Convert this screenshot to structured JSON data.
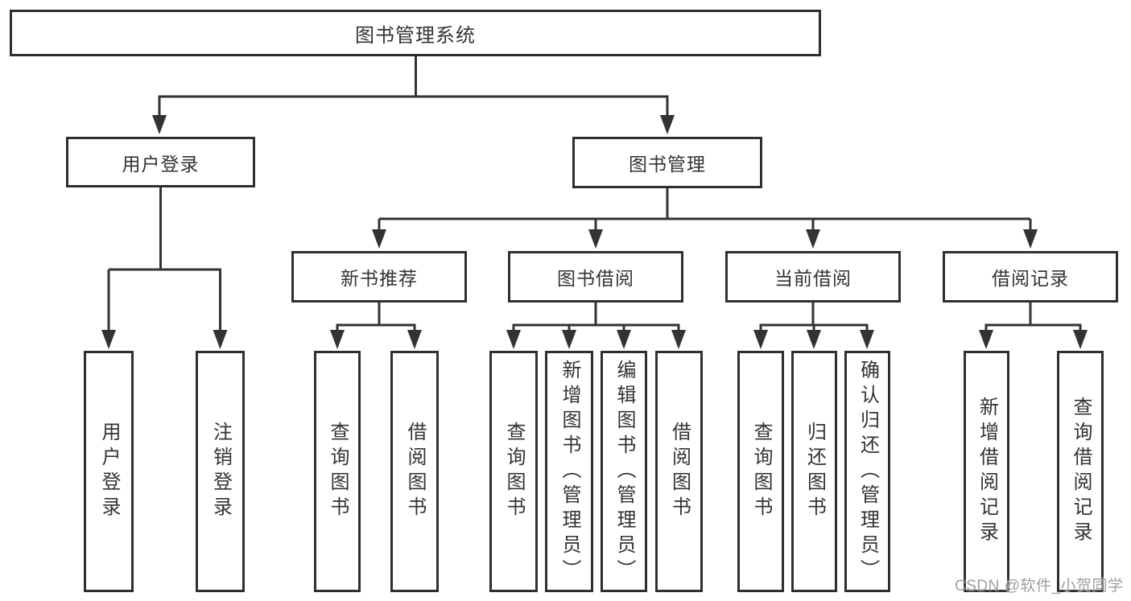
{
  "diagram": {
    "type": "tree",
    "title": "图书管理系统",
    "root": {
      "label": "图书管理系统"
    },
    "level2": [
      {
        "label": "用户登录",
        "parent": "图书管理系统"
      },
      {
        "label": "图书管理",
        "parent": "图书管理系统"
      }
    ],
    "level3": [
      {
        "label": "新书推荐",
        "parent": "图书管理"
      },
      {
        "label": "图书借阅",
        "parent": "图书管理"
      },
      {
        "label": "当前借阅",
        "parent": "图书管理"
      },
      {
        "label": "借阅记录",
        "parent": "图书管理"
      }
    ],
    "leaves": [
      {
        "label": "用户登录",
        "parent": "用户登录"
      },
      {
        "label": "注销登录",
        "parent": "用户登录"
      },
      {
        "label": "查询图书",
        "parent": "新书推荐"
      },
      {
        "label": "借阅图书",
        "parent": "新书推荐"
      },
      {
        "label": "查询图书",
        "parent": "图书借阅"
      },
      {
        "label": "新增图书（管理员）",
        "parent": "图书借阅"
      },
      {
        "label": "编辑图书（管理员）",
        "parent": "图书借阅"
      },
      {
        "label": "借阅图书",
        "parent": "图书借阅"
      },
      {
        "label": "查询图书",
        "parent": "当前借阅"
      },
      {
        "label": "归还图书",
        "parent": "当前借阅"
      },
      {
        "label": "确认归还（管理员）",
        "parent": "当前借阅"
      },
      {
        "label": "新增借阅记录",
        "parent": "借阅记录"
      },
      {
        "label": "查询借阅记录",
        "parent": "借阅记录"
      }
    ],
    "colors": {
      "line": "#333333",
      "box_border": "#2f2f2f",
      "text": "#333333",
      "background": "#ffffff",
      "watermark": "#9e9e9e"
    },
    "watermark": "CSDN @软件_小贺同学"
  }
}
